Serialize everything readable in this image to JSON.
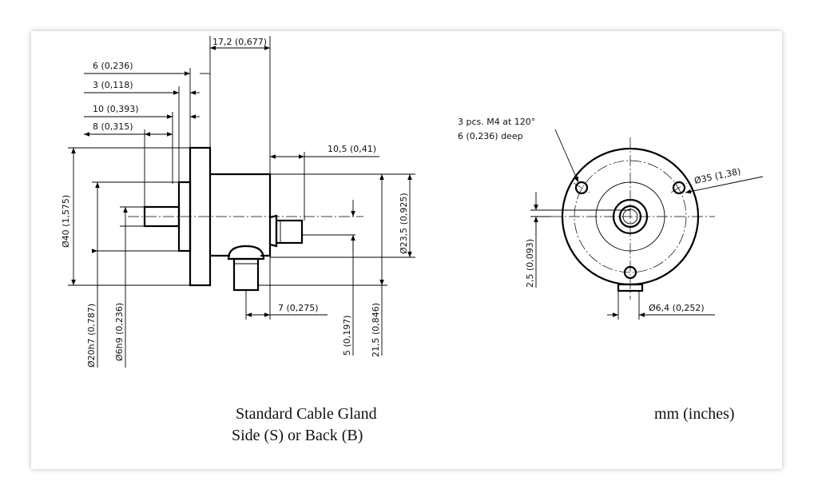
{
  "dimensions": {
    "d_17_2": "17,2 (0,677)",
    "d_6": "6 (0,236)",
    "d_3": "3 (0,118)",
    "d_10": "10 (0,393)",
    "d_8": "8 (0,315)",
    "d_10_5": "10,5 (0,41)",
    "d_40": "Ø40 (1,575)",
    "d_20h7": "Ø20h7 (0,787)",
    "d_6h9": "Ø6h9 (0,236)",
    "d_23_5": "Ø23,5 (0,925)",
    "d_7": "7 (0,275)",
    "d_5": "5 (0,197)",
    "d_21_5": "21,5 (0,846)",
    "note_line1": "3 pcs. M4 at 120°",
    "note_line2": "6 (0,236) deep",
    "d_35": "Ø35 (1,38)",
    "d_2_5": "2,5 (0,093)",
    "d_6_4": "Ø6,4 (0,252)"
  },
  "captions": {
    "title_line1": "Standard Cable Gland",
    "title_line2": "Side (S) or Back (B)",
    "units": "mm (inches)"
  }
}
